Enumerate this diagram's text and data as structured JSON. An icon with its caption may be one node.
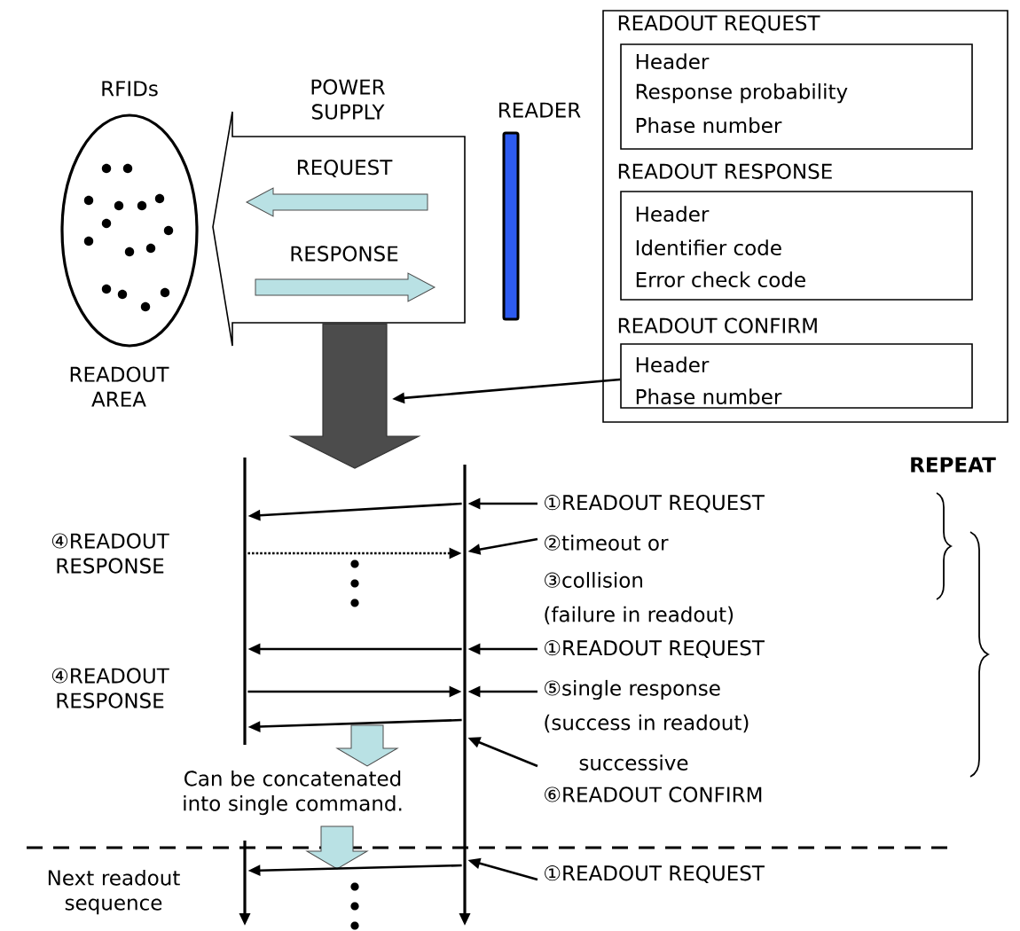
{
  "diagram": {
    "nodes": [
      {
        "text": [
          "RFIDs"
        ],
        "beside": [
          "READOUT AREA"
        ]
      },
      {
        "text": [
          "POWER SUPPLY",
          "REQUEST",
          "RESPONSE"
        ]
      },
      {
        "text": [
          "READER"
        ]
      },
      {
        "text": [],
        "shape": "box"
      },
      {
        "text": [
          "READOUT REQUEST",
          "Header",
          "Response probability",
          "Phase number"
        ],
        "in": 3
      },
      {
        "text": [
          "READOUT RESPONSE",
          "Header",
          "Identifier code",
          "Error check code"
        ],
        "in": 3
      },
      {
        "text": [
          "READOUT CONFIRM",
          "Header",
          "Phase number"
        ],
        "in": 3
      },
      {
        "text": [],
        "shape": "line"
      },
      {
        "text": [],
        "shape": "line"
      },
      {
        "text": [
          "①READOUT REQUEST"
        ]
      },
      {
        "text": [
          "②timeout or",
          "③collision",
          "(failure in readout)"
        ]
      },
      {
        "text": [
          "①READOUT REQUEST"
        ]
      },
      {
        "text": [
          "⑤single response",
          "(success in readout)"
        ]
      },
      {
        "text": [
          "successive",
          "⑥READOUT CONFIRM"
        ]
      },
      {
        "text": [
          "①READOUT REQUEST"
        ]
      }
    ],
    "edges": [
      {
        "from": 6,
        "to": null,
        "arrow": "to"
      },
      {
        "from": 8,
        "to": 7,
        "arrow": "to"
      },
      {
        "from": 7,
        "to": 8,
        "arrow": "to",
        "style": "dashed"
      },
      {
        "from": 8,
        "to": 7,
        "arrow": "to"
      },
      {
        "from": 7,
        "to": 8,
        "arrow": "to"
      },
      {
        "from": 8,
        "to": 7,
        "arrow": "to"
      },
      {
        "from": 8,
        "to": 7,
        "arrow": "to"
      },
      {
        "from": 9,
        "to": 8,
        "arrow": "to"
      },
      {
        "from": 10,
        "to": 8,
        "arrow": "to"
      },
      {
        "from": 11,
        "to": 8,
        "arrow": "to"
      },
      {
        "from": 12,
        "to": 8,
        "arrow": "to"
      },
      {
        "from": 13,
        "to": 8,
        "arrow": "to"
      },
      {
        "from": 14,
        "to": 8,
        "arrow": "to"
      },
      {
        "from": 1,
        "to": null,
        "arrow": "to",
        "style": "thick"
      }
    ],
    "labels": [
      "REPEAT",
      "④READOUT RESPONSE",
      "④READOUT RESPONSE",
      "Can be concatenated into single command.",
      "Next readout sequence"
    ]
  }
}
